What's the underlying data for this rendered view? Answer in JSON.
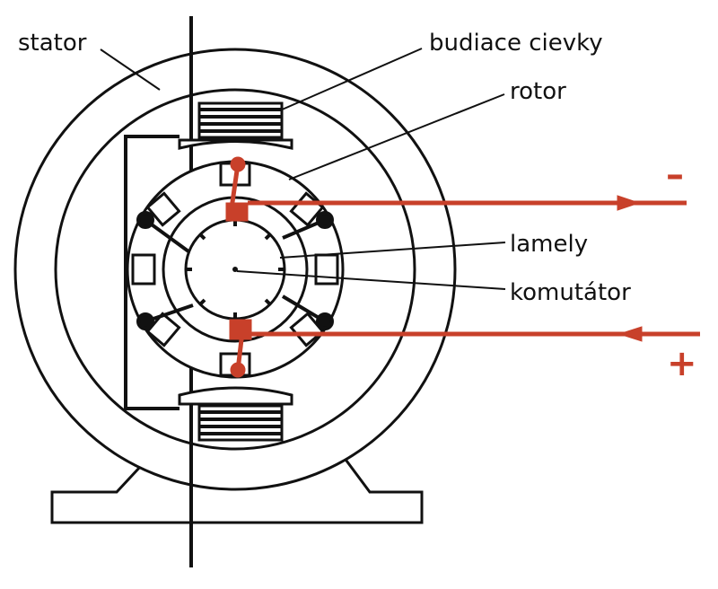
{
  "labels": {
    "stator": "stator",
    "field_coils": "budiace cievky",
    "rotor": "rotor",
    "commutator_segments": "lamely",
    "commutator": "komutátor"
  },
  "polarity": {
    "negative": "–",
    "positive": "+"
  },
  "colors": {
    "ink": "#111111",
    "current": "#c8402a",
    "background": "#ffffff"
  }
}
